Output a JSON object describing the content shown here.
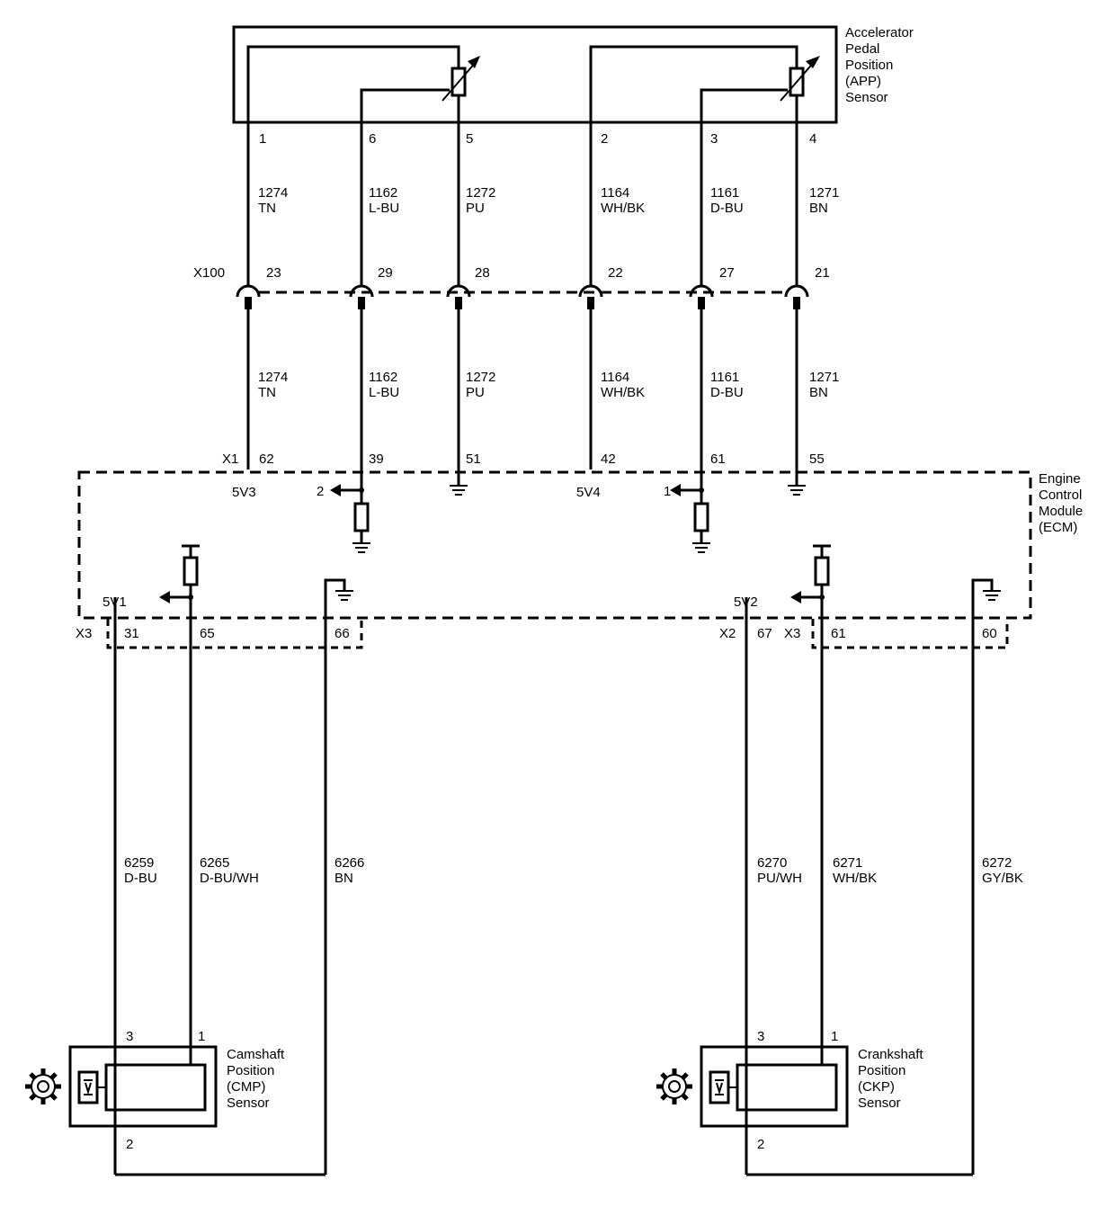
{
  "components": {
    "app": [
      "Accelerator",
      "Pedal",
      "Position",
      "(APP)",
      "Sensor"
    ],
    "ecm": [
      "Engine",
      "Control",
      "Module",
      "(ECM)"
    ],
    "cmp": [
      "Camshaft",
      "Position",
      "(CMP)",
      "Sensor"
    ],
    "ckp": [
      "Crankshaft",
      "Position",
      "(CKP)",
      "Sensor"
    ]
  },
  "connectors": {
    "x100": "X100",
    "x1": "X1",
    "x3a": "X3",
    "x2": "X2",
    "x3b": "X3"
  },
  "app_pins": [
    "1",
    "6",
    "5",
    "2",
    "3",
    "4"
  ],
  "x100_pins": [
    "23",
    "29",
    "28",
    "22",
    "27",
    "21"
  ],
  "ecm_pins_top": [
    "62",
    "39",
    "51",
    "42",
    "61",
    "55"
  ],
  "wires_app": [
    {
      "circuit": "1274",
      "color": "TN"
    },
    {
      "circuit": "1162",
      "color": "L-BU"
    },
    {
      "circuit": "1272",
      "color": "PU"
    },
    {
      "circuit": "1164",
      "color": "WH/BK"
    },
    {
      "circuit": "1161",
      "color": "D-BU"
    },
    {
      "circuit": "1271",
      "color": "BN"
    }
  ],
  "ecm_internal": {
    "ref_5v3": "5V3",
    "ref_5v4": "5V4",
    "ref_5v1": "5V1",
    "ref_5v2": "5V2",
    "arrow_left": "2",
    "arrow_right": "1"
  },
  "ecm_pins_bottom": [
    "31",
    "65",
    "66",
    "67",
    "61",
    "60"
  ],
  "wires_bottom": [
    {
      "circuit": "6259",
      "color": "D-BU"
    },
    {
      "circuit": "6265",
      "color": "D-BU/WH"
    },
    {
      "circuit": "6266",
      "color": "BN"
    },
    {
      "circuit": "6270",
      "color": "PU/WH"
    },
    {
      "circuit": "6271",
      "color": "WH/BK"
    },
    {
      "circuit": "6272",
      "color": "GY/BK"
    }
  ],
  "cmp_pins": [
    "3",
    "1",
    "2"
  ],
  "ckp_pins": [
    "3",
    "1",
    "2"
  ]
}
